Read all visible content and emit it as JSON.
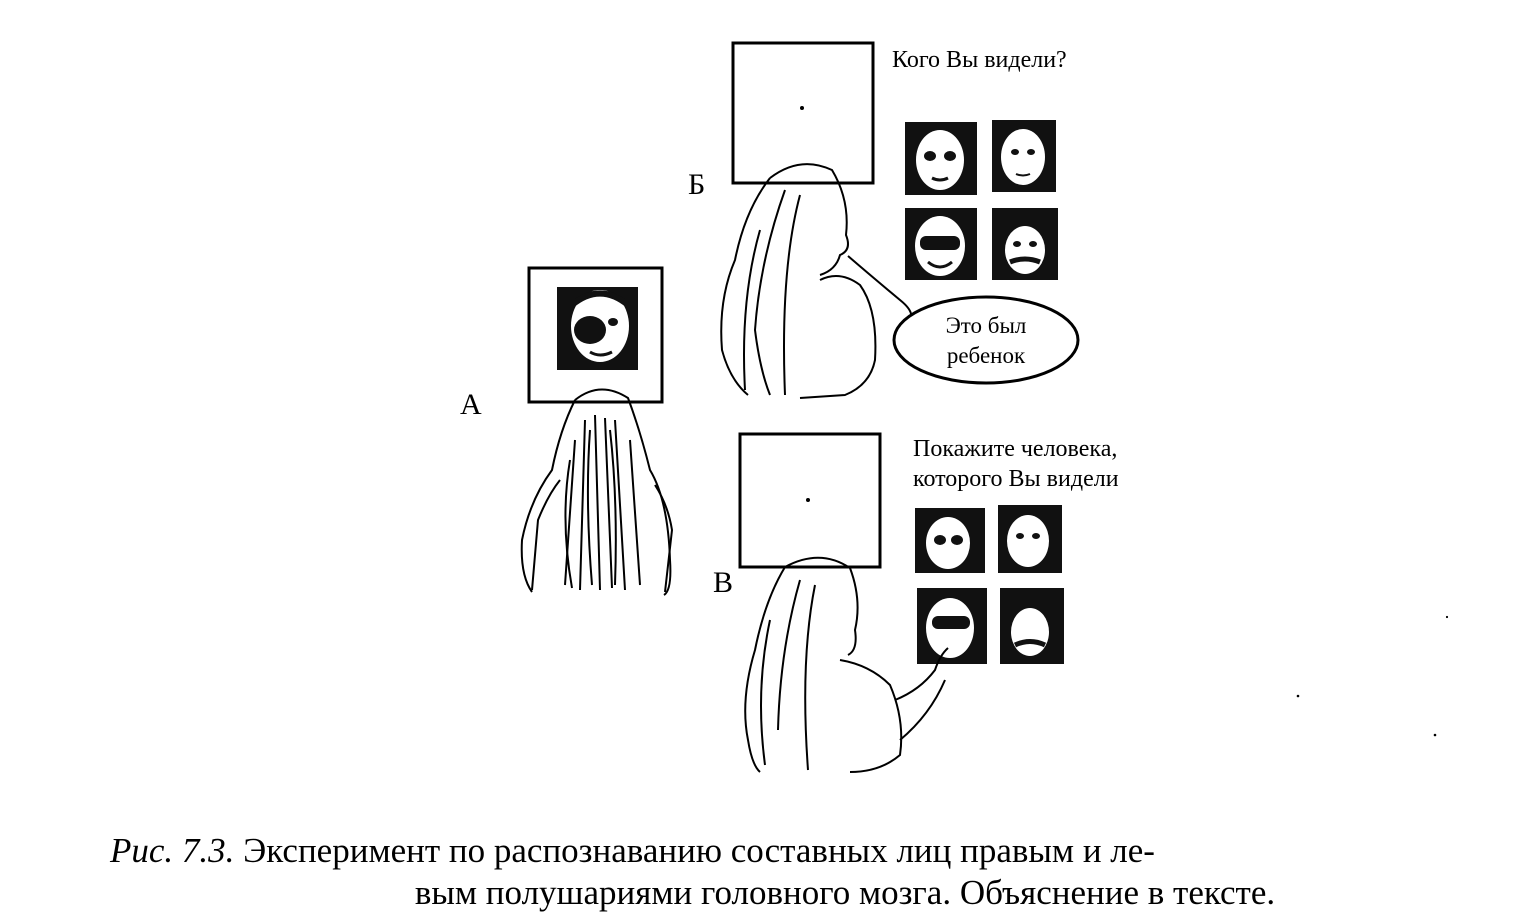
{
  "panels": {
    "a": {
      "label": "А"
    },
    "b": {
      "label": "Б",
      "question": "Кого Вы видели?",
      "answer_line1": "Это был",
      "answer_line2": "ребенок"
    },
    "v": {
      "label": "В",
      "question_line1": "Покажите человека,",
      "question_line2": "которого Вы видели"
    }
  },
  "caption": {
    "figure_number": "Рис. 7.3.",
    "line1": "Эксперимент по распознаванию составных лиц правым и ле-",
    "line2": "вым полушариями головного мозга. Объяснение в тексте."
  },
  "icons": {
    "screen": "blank-screen-with-fixation-dot",
    "chimeric_face": "composite-face-photo",
    "face_option": "face-photo",
    "figure": "seated-girl-drawing"
  }
}
